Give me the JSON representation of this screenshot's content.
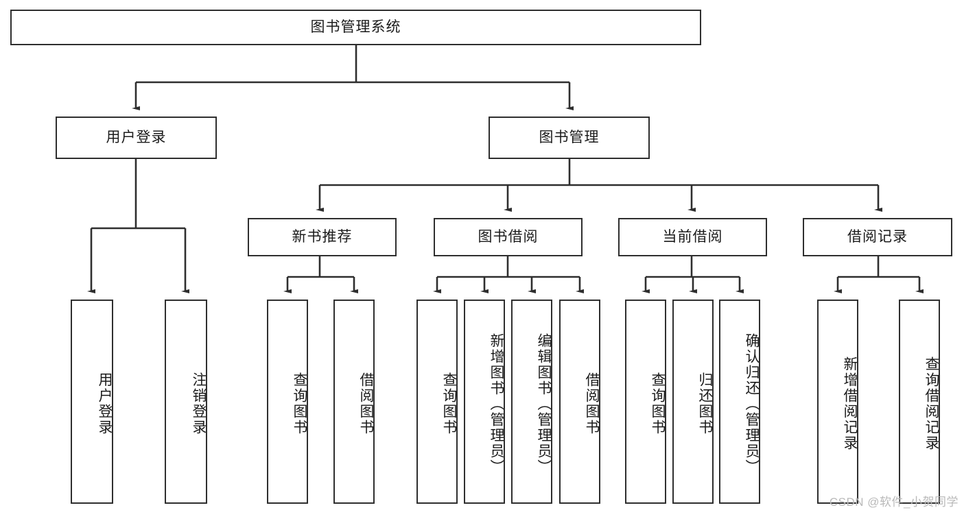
{
  "diagram": {
    "kind": "hierarchy-tree",
    "title": "图书管理系统",
    "watermark": "CSDN @软件_小贺同学",
    "colors": {
      "stroke": "#2e2e2e",
      "fill": "#ffffff",
      "text": "#1b1b1b",
      "watermark": "#b9b9b9"
    },
    "levels": {
      "level1": [
        {
          "id": "root",
          "label": "图书管理系统",
          "orientation": "horizontal"
        }
      ],
      "level2": [
        {
          "id": "user-login",
          "label": "用户登录",
          "orientation": "horizontal"
        },
        {
          "id": "book-manage",
          "label": "图书管理",
          "orientation": "horizontal"
        }
      ],
      "level3": [
        {
          "id": "new-book-rec",
          "label": "新书推荐",
          "orientation": "horizontal",
          "parent": "book-manage"
        },
        {
          "id": "book-borrow",
          "label": "图书借阅",
          "orientation": "horizontal",
          "parent": "book-manage"
        },
        {
          "id": "current-borrow",
          "label": "当前借阅",
          "orientation": "horizontal",
          "parent": "book-manage"
        },
        {
          "id": "borrow-record",
          "label": "借阅记录",
          "orientation": "horizontal",
          "parent": "book-manage"
        }
      ],
      "level4": [
        {
          "id": "leaf-user-login",
          "label": "用户登录",
          "orientation": "vertical",
          "parent": "user-login"
        },
        {
          "id": "leaf-logout",
          "label": "注销登录",
          "orientation": "vertical",
          "parent": "user-login"
        },
        {
          "id": "leaf-query-book-1",
          "label": "查询图书",
          "orientation": "vertical",
          "parent": "new-book-rec"
        },
        {
          "id": "leaf-borrow-book-1",
          "label": "借阅图书",
          "orientation": "vertical",
          "parent": "new-book-rec"
        },
        {
          "id": "leaf-query-book-2",
          "label": "查询图书",
          "orientation": "vertical",
          "parent": "book-borrow"
        },
        {
          "id": "leaf-add-book",
          "label": "新增图书（管理员）",
          "orientation": "vertical",
          "parent": "book-borrow"
        },
        {
          "id": "leaf-edit-book",
          "label": "编辑图书（管理员）",
          "orientation": "vertical",
          "parent": "book-borrow"
        },
        {
          "id": "leaf-borrow-book-2",
          "label": "借阅图书",
          "orientation": "vertical",
          "parent": "book-borrow"
        },
        {
          "id": "leaf-query-book-3",
          "label": "查询图书",
          "orientation": "vertical",
          "parent": "current-borrow"
        },
        {
          "id": "leaf-return-book",
          "label": "归还图书",
          "orientation": "vertical",
          "parent": "current-borrow"
        },
        {
          "id": "leaf-confirm-return",
          "label": "确认归还（管理员）",
          "orientation": "vertical",
          "parent": "current-borrow"
        },
        {
          "id": "leaf-add-record",
          "label": "新增借阅记录",
          "orientation": "vertical",
          "parent": "borrow-record"
        },
        {
          "id": "leaf-query-record",
          "label": "查询借阅记录",
          "orientation": "vertical",
          "parent": "borrow-record"
        }
      ]
    }
  }
}
